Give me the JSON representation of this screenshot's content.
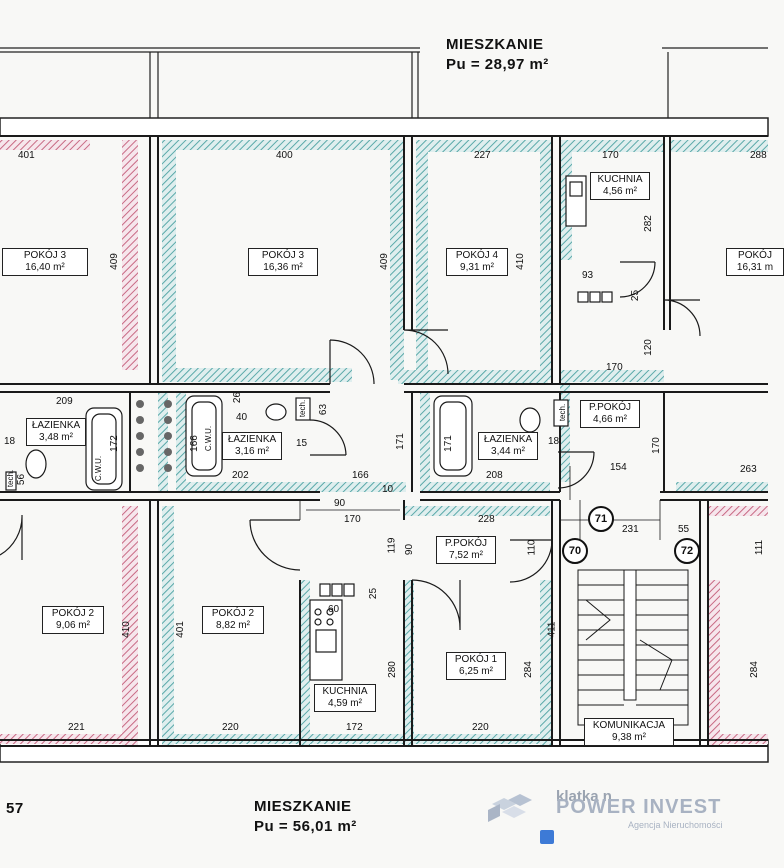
{
  "top_unit": {
    "title": "MIESZKANIE",
    "area": "Pu = 28,97 m²"
  },
  "bottom_unit": {
    "title": "MIESZKANIE",
    "area": "Pu = 56,01 m²",
    "number": "57"
  },
  "rooms": {
    "pokoj3_left": {
      "name": "POKÓJ 3",
      "area": "16,40 m²"
    },
    "pokoj3_mid": {
      "name": "POKÓJ 3",
      "area": "16,36 m²"
    },
    "pokoj4": {
      "name": "POKÓJ 4",
      "area": "9,31 m²"
    },
    "kuchnia_top": {
      "name": "KUCHNIA",
      "area": "4,56 m²"
    },
    "pokoj_right": {
      "name": "POKÓJ",
      "area": "16,31 m"
    },
    "lazienka_left": {
      "name": "ŁAZIENKA",
      "area": "3,48 m²"
    },
    "lazienka_mid": {
      "name": "ŁAZIENKA",
      "area": "3,16 m²"
    },
    "lazienka_right": {
      "name": "ŁAZIENKA",
      "area": "3,44 m²"
    },
    "ppokoj_top": {
      "name": "P.POKÓJ",
      "area": "4,66 m²"
    },
    "ppokoj_mid": {
      "name": "P.POKÓJ",
      "area": "7,52 m²"
    },
    "pokoj2_left": {
      "name": "POKÓJ 2",
      "area": "9,06 m²"
    },
    "pokoj2_mid": {
      "name": "POKÓJ 2",
      "area": "8,82 m²"
    },
    "kuchnia_bottom": {
      "name": "KUCHNIA",
      "area": "4,59 m²"
    },
    "pokoj1": {
      "name": "POKÓJ 1",
      "area": "6,25 m²"
    },
    "komunikacja": {
      "name": "KOMUNIKACJA",
      "area": "9,38 m²"
    }
  },
  "dimensions": {
    "d401": "401",
    "d400": "400",
    "d227": "227",
    "d170a": "170",
    "d288": "288",
    "d409a": "409",
    "d409b": "409",
    "d410a": "410",
    "d282": "282",
    "d93": "93",
    "d25a": "25",
    "d120": "120",
    "d170b": "170",
    "d209": "209",
    "d18a": "18",
    "d172": "172",
    "d56": "56",
    "d26": "26",
    "d40": "40",
    "d63": "63",
    "d166a": "166",
    "d15": "15",
    "d202": "202",
    "d171a": "171",
    "d166b": "166",
    "d90a": "90",
    "d10": "10",
    "d170c": "170",
    "d171b": "171",
    "d18b": "18",
    "d208": "208",
    "d154": "154",
    "d263": "263",
    "d170d": "170",
    "d228": "228",
    "d231": "231",
    "d55": "55",
    "d119": "119",
    "d90b": "90",
    "d110": "110",
    "d111": "111",
    "d410b": "410",
    "d401b": "401",
    "d25b": "25",
    "d280": "280",
    "d284a": "284",
    "d411": "411",
    "d284b": "284",
    "d221": "221",
    "d220a": "220",
    "d172b": "172",
    "d220b": "220",
    "d60": "60"
  },
  "markers": {
    "m70": "70",
    "m71": "71",
    "m72": "72"
  },
  "fixtures": {
    "wc": "C.W.U.",
    "tech": "tech."
  },
  "watermark": {
    "brand": "POWER INVEST",
    "tagline": "Agencja Nieruchomości",
    "ghost": "klatka n"
  },
  "colors": {
    "wall_hatch": "#5aa9a9",
    "wall_red": "#c86a84",
    "line": "#1a1a1a"
  }
}
